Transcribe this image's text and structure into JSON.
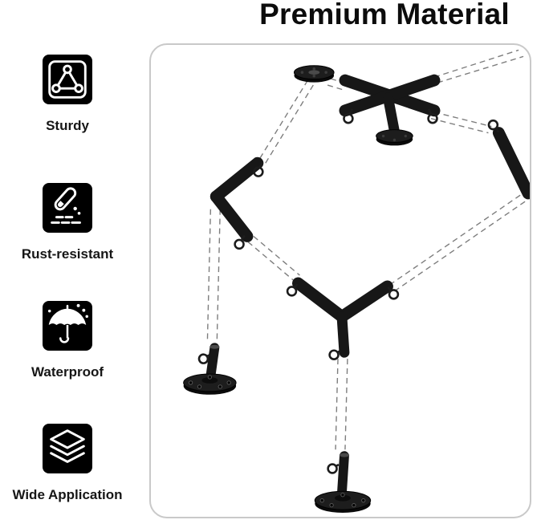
{
  "title": "Premium Material",
  "features": [
    {
      "label": "Sturdy",
      "icon": "triangle-frame-icon"
    },
    {
      "label": "Rust-resistant",
      "icon": "flask-pour-icon"
    },
    {
      "label": "Waterproof",
      "icon": "umbrella-rain-icon"
    },
    {
      "label": "Wide Application",
      "icon": "stacked-layers-icon"
    }
  ],
  "illustration": {
    "name": "canopy-corner-fittings-diagram"
  },
  "colors": {
    "icon_bg": "#000000",
    "icon_fg": "#ffffff",
    "panel_border": "#c9c9c9",
    "title": "#0c0c0c"
  }
}
